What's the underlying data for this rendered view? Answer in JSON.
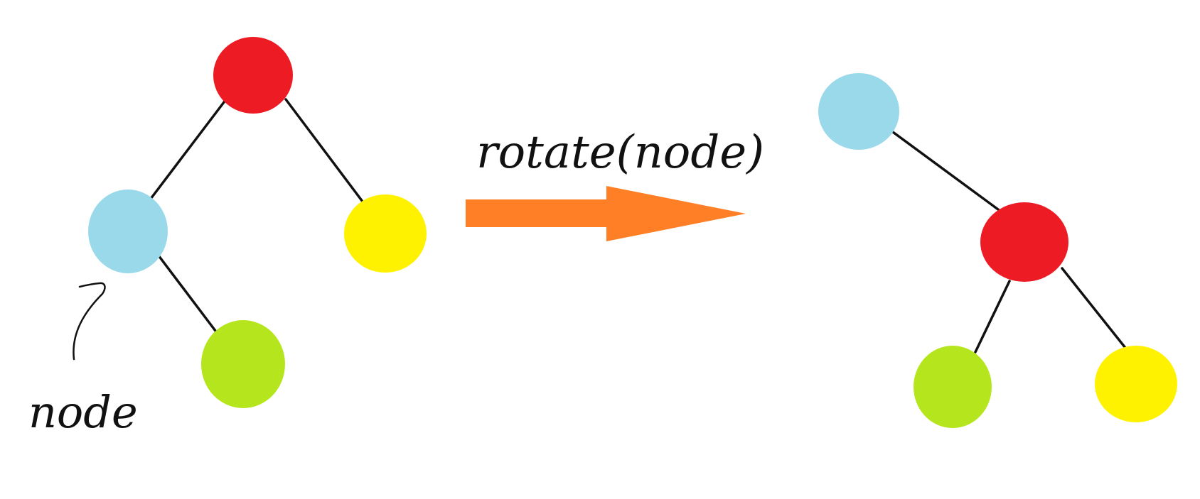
{
  "diagram": {
    "operation_label": "rotate(node)",
    "pointer_label": "node",
    "colors": {
      "red": "#ED1C24",
      "blue": "#99D9EA",
      "yellow": "#FFF200",
      "green": "#B5E61D",
      "arrow": "#FF7F27",
      "edge": "#111111"
    },
    "before_tree": {
      "nodes": [
        {
          "id": "red",
          "color": "#ED1C24"
        },
        {
          "id": "blue",
          "color": "#99D9EA"
        },
        {
          "id": "yellow",
          "color": "#FFF200"
        },
        {
          "id": "green",
          "color": "#B5E61D"
        }
      ],
      "edges": [
        {
          "from": "red",
          "to": "blue"
        },
        {
          "from": "red",
          "to": "yellow"
        },
        {
          "from": "blue",
          "to": "green"
        }
      ]
    },
    "after_tree": {
      "nodes": [
        {
          "id": "blue",
          "color": "#99D9EA"
        },
        {
          "id": "red",
          "color": "#ED1C24"
        },
        {
          "id": "green",
          "color": "#B5E61D"
        },
        {
          "id": "yellow",
          "color": "#FFF200"
        }
      ],
      "edges": [
        {
          "from": "blue",
          "to": "red"
        },
        {
          "from": "red",
          "to": "green"
        },
        {
          "from": "red",
          "to": "yellow"
        }
      ]
    }
  }
}
